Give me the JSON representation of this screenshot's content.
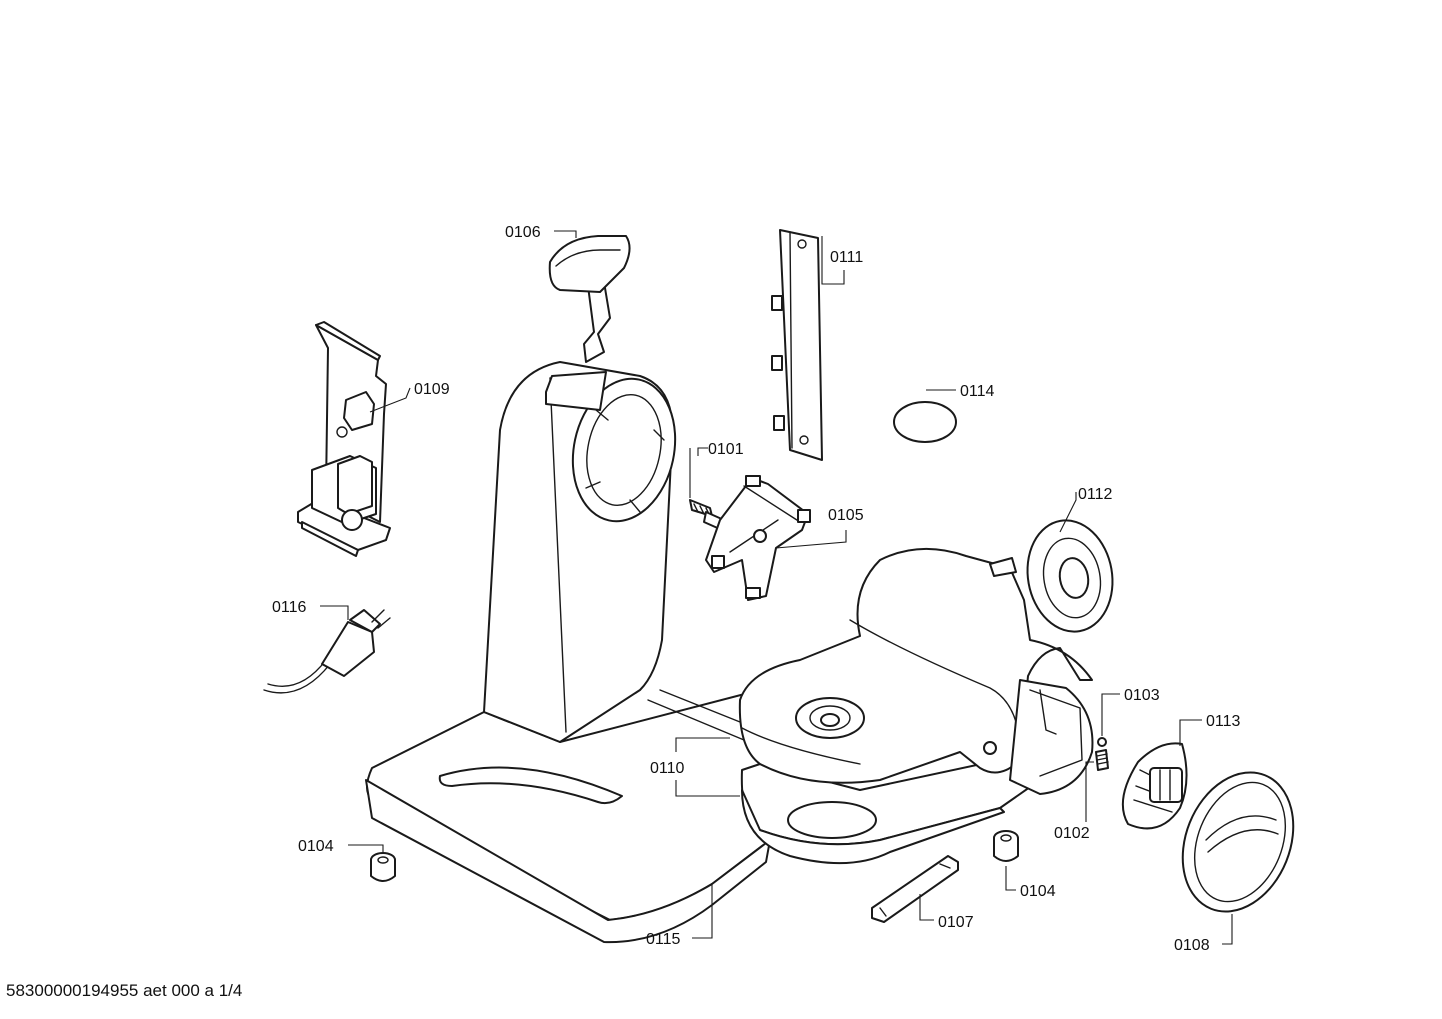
{
  "diagram": {
    "callouts": {
      "c0101": "0101",
      "c0102": "0102",
      "c0103": "0103",
      "c0104a": "0104",
      "c0104b": "0104",
      "c0105": "0105",
      "c0106": "0106",
      "c0107": "0107",
      "c0108": "0108",
      "c0109": "0109",
      "c0110": "0110",
      "c0111": "0111",
      "c0112": "0112",
      "c0113": "0113",
      "c0114": "0114",
      "c0115": "0115",
      "c0116": "0116"
    }
  },
  "footer": {
    "document_code": "58300000194955 aet 000 a 1/4"
  },
  "colors": {
    "ink": "#1a1a1a",
    "paper": "#ffffff"
  }
}
